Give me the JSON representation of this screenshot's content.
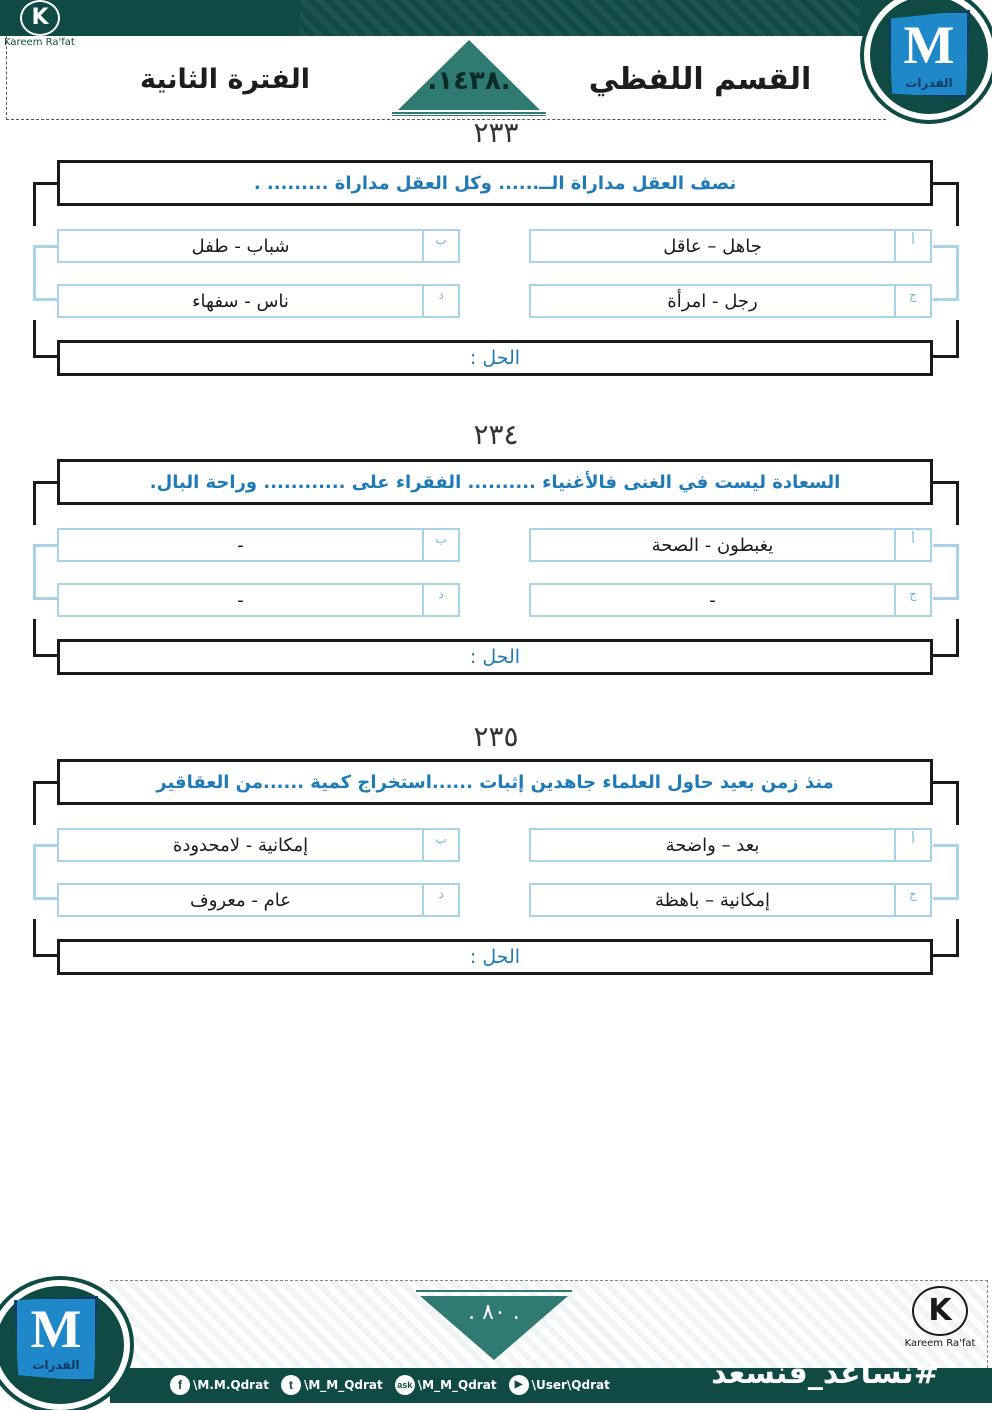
{
  "header": {
    "title_right": "القسم اللفظي",
    "title_left": "الفترة الثانية",
    "year": ".١٤٣٨.",
    "brand_name": "Kareem Ra'fat",
    "brand_initial": "K",
    "logo_letter": "M",
    "logo_caption": "القدرات"
  },
  "questions": [
    {
      "number": "٢٣٣",
      "prompt": "نصف العقل مداراة الــ...... وكل العقل مداراة ......... .",
      "options": [
        {
          "letter": "أ",
          "text": "جاهل – عاقل"
        },
        {
          "letter": "ب",
          "text": "شباب - طفل"
        },
        {
          "letter": "ج",
          "text": "رجل - امرأة"
        },
        {
          "letter": "د",
          "text": "ناس - سفهاء"
        }
      ],
      "answer_label": "الحل :"
    },
    {
      "number": "٢٣٤",
      "prompt": "السعادة ليست في الغنى فالأغنياء .......... الفقراء على ............ وراحة البال.",
      "options": [
        {
          "letter": "أ",
          "text": "يغبطون - الصحة"
        },
        {
          "letter": "ب",
          "text": "-"
        },
        {
          "letter": "ج",
          "text": "-"
        },
        {
          "letter": "د",
          "text": "-"
        }
      ],
      "answer_label": "الحل :"
    },
    {
      "number": "٢٣٥",
      "prompt": "منذ زمن بعيد حاول العلماء جاهدين إثبات ......استخراج كمية ......من العقاقير",
      "options": [
        {
          "letter": "أ",
          "text": "بعد – واضحة"
        },
        {
          "letter": "ب",
          "text": "إمكانية - لامحدودة"
        },
        {
          "letter": "ج",
          "text": "إمكانية – باهظة"
        },
        {
          "letter": "د",
          "text": "عام - معروف"
        }
      ],
      "answer_label": "الحل :"
    }
  ],
  "footer": {
    "page_number": ". ٨٠ .",
    "hashtag": "#نساعد_فنسعد",
    "brand_initial": "K",
    "brand_name": "Kareem Ra'fat",
    "logo_letter": "M",
    "logo_caption": "القدرات",
    "socials": [
      {
        "icon": "f",
        "icon_name": "facebook-icon",
        "handle": "\\M.M.Qdrat"
      },
      {
        "icon": "t",
        "icon_name": "twitter-icon",
        "handle": "\\M_M_Qdrat"
      },
      {
        "icon": "ask",
        "icon_name": "askfm-icon",
        "handle": "\\M_M_Qdrat"
      },
      {
        "icon": "▶",
        "icon_name": "youtube-icon",
        "handle": "\\User\\Qdrat"
      }
    ]
  }
}
